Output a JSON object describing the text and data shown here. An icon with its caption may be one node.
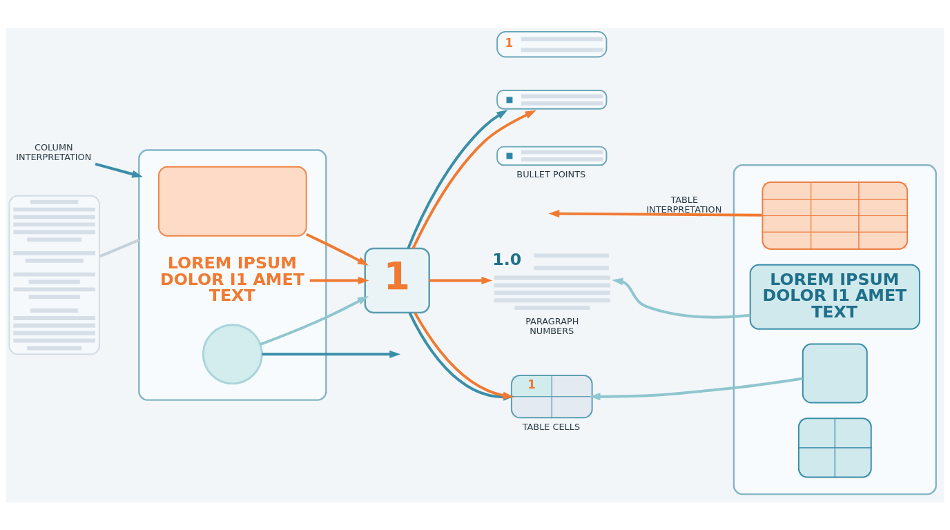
{
  "diagram": {
    "nodes": [
      {
        "text": [
          "COLUMN INTERPRETATION"
        ]
      },
      {
        "text": [],
        "shape": "box"
      },
      {
        "text": [],
        "shape": "box"
      },
      {
        "text": [],
        "shape": "box",
        "in": 2
      },
      {
        "text": [
          "LOREM IPSUM DOLOR I1 AMET TEXT"
        ],
        "in": 2
      },
      {
        "text": [],
        "shape": "circle",
        "in": 2
      },
      {
        "text": [
          "1"
        ]
      },
      {
        "text": [
          "1"
        ]
      },
      {
        "text": [],
        "shape": "box"
      },
      {
        "text": [],
        "shape": "box",
        "beside": [
          "BULLET POINTS"
        ]
      },
      {
        "text": [
          "1.0"
        ],
        "beside": [
          "PARAGRAPH NUMBERS"
        ]
      },
      {
        "text": [
          "1"
        ],
        "beside": [
          "TABLE CELLS"
        ]
      },
      {
        "text": [],
        "shape": "box"
      },
      {
        "text": [],
        "shape": "box",
        "in": 12
      },
      {
        "text": [
          "LOREM IPSUM DOLOR I1 AMET TEXT"
        ],
        "in": 12
      },
      {
        "text": [],
        "shape": "box",
        "in": 12
      },
      {
        "text": [],
        "shape": "box",
        "in": 12
      }
    ],
    "edges": [
      {
        "from": 0,
        "to": 2,
        "arrow": "to",
        "color": "#3b8ea8"
      },
      {
        "from": 1,
        "to": 2,
        "arrow": "none",
        "color": "#c5d0d9"
      },
      {
        "from": 3,
        "to": 6,
        "arrow": "to"
      },
      {
        "from": 4,
        "to": 6,
        "arrow": "to"
      },
      {
        "from": 5,
        "to": null,
        "arrow": "to",
        "color": "#3b8ea8"
      },
      {
        "from": 5,
        "to": 6,
        "arrow": "to",
        "color": "#8fc6cf"
      },
      {
        "from": 6,
        "to": 8,
        "arrow": "to"
      },
      {
        "from": 6,
        "to": 8,
        "arrow": "to",
        "color": "#3b8ea8"
      },
      {
        "from": 6,
        "to": 10,
        "arrow": "to"
      },
      {
        "from": 6,
        "to": 11,
        "arrow": "to",
        "color": "#3b8ea8"
      },
      {
        "from": 6,
        "to": 11,
        "arrow": "to"
      },
      {
        "from": 13,
        "to": null,
        "arrow": "to",
        "label": "TABLE INTERPRETATION"
      },
      {
        "from": 14,
        "to": 10,
        "arrow": "to",
        "color": "#8fc6cf"
      },
      {
        "from": 15,
        "to": 11,
        "arrow": "to",
        "color": "#8fc6cf"
      }
    ]
  }
}
